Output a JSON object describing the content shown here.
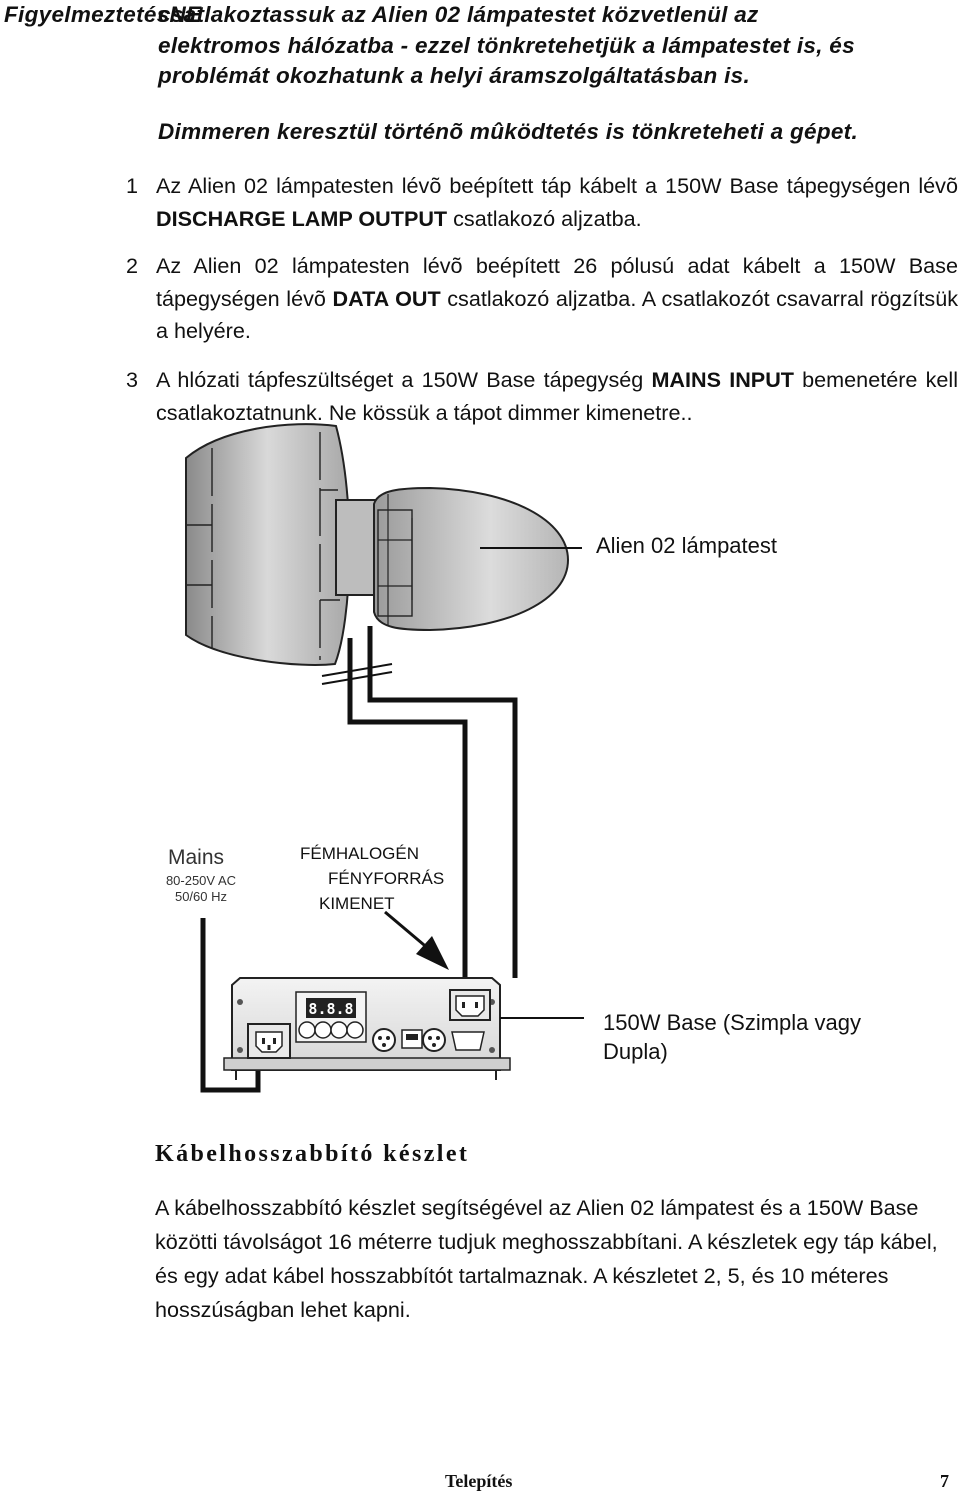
{
  "warning": {
    "label": "FigyelmeztetésNE",
    "line1": "csatlakoztassuk az Alien 02 lámpatestet közvetlenül az",
    "line2": "elektromos hálózatba - ezzel tönkretehetjük a lámpatestet is, és",
    "line3": "problémát okozhatunk a helyi áramszolgáltatásban is.",
    "dimmer": "Dimmeren keresztül történõ mûködtetés is tönkreteheti a gépet."
  },
  "steps": [
    {
      "num": "1",
      "pre": "Az Alien 02 lámpatesten lévõ beépített táp kábelt a 150W Base tápegységen lévõ ",
      "bold": "DISCHARGE LAMP OUTPUT",
      "post": " csatlakozó aljzatba."
    },
    {
      "num": "2",
      "pre": "Az Alien 02 lámpatesten lévõ beépített 26 pólusú adat kábelt a 150W Base tápegységen lévõ ",
      "bold": "DATA OUT",
      "post": " csatlakozó aljzatba. A csatlakozót csavarral rögzítsük a helyére."
    },
    {
      "num": "3",
      "pre": "A hlózati tápfeszültséget a 150W Base tápegység ",
      "bold": "MAINS INPUT",
      "post": " bemenetére kell csatlakoztatnunk. Ne kössük a tápot dimmer kimenetre.."
    }
  ],
  "figure": {
    "lamp_label": "Alien 02 lámpatest",
    "base_label_1": "150W Base (Szimpla vagy",
    "base_label_2": "Dupla)",
    "mains_title": "Mains",
    "mains_voltage": "80-250V AC",
    "mains_freq": "50/60 Hz",
    "output_1": "FÉMHALOGÉN",
    "output_2": "FÉNYFORRÁS",
    "output_3": "KIMENET",
    "display_digits": "8.8.8"
  },
  "section": {
    "title": "Kábelhosszabbító készlet",
    "body": "A kábelhosszabbító készlet segítségével az Alien 02 lámpatest és a 150W Base közötti távolságot 16 méterre tudjuk meghosszabbítani. A készletek egy táp kábel, és egy adat kábel hosszabbítót tartalmaznak. A készletet 2, 5, és 10 méteres hosszúságban lehet kapni."
  },
  "footer": {
    "title": "Telepítés",
    "page": "7"
  }
}
